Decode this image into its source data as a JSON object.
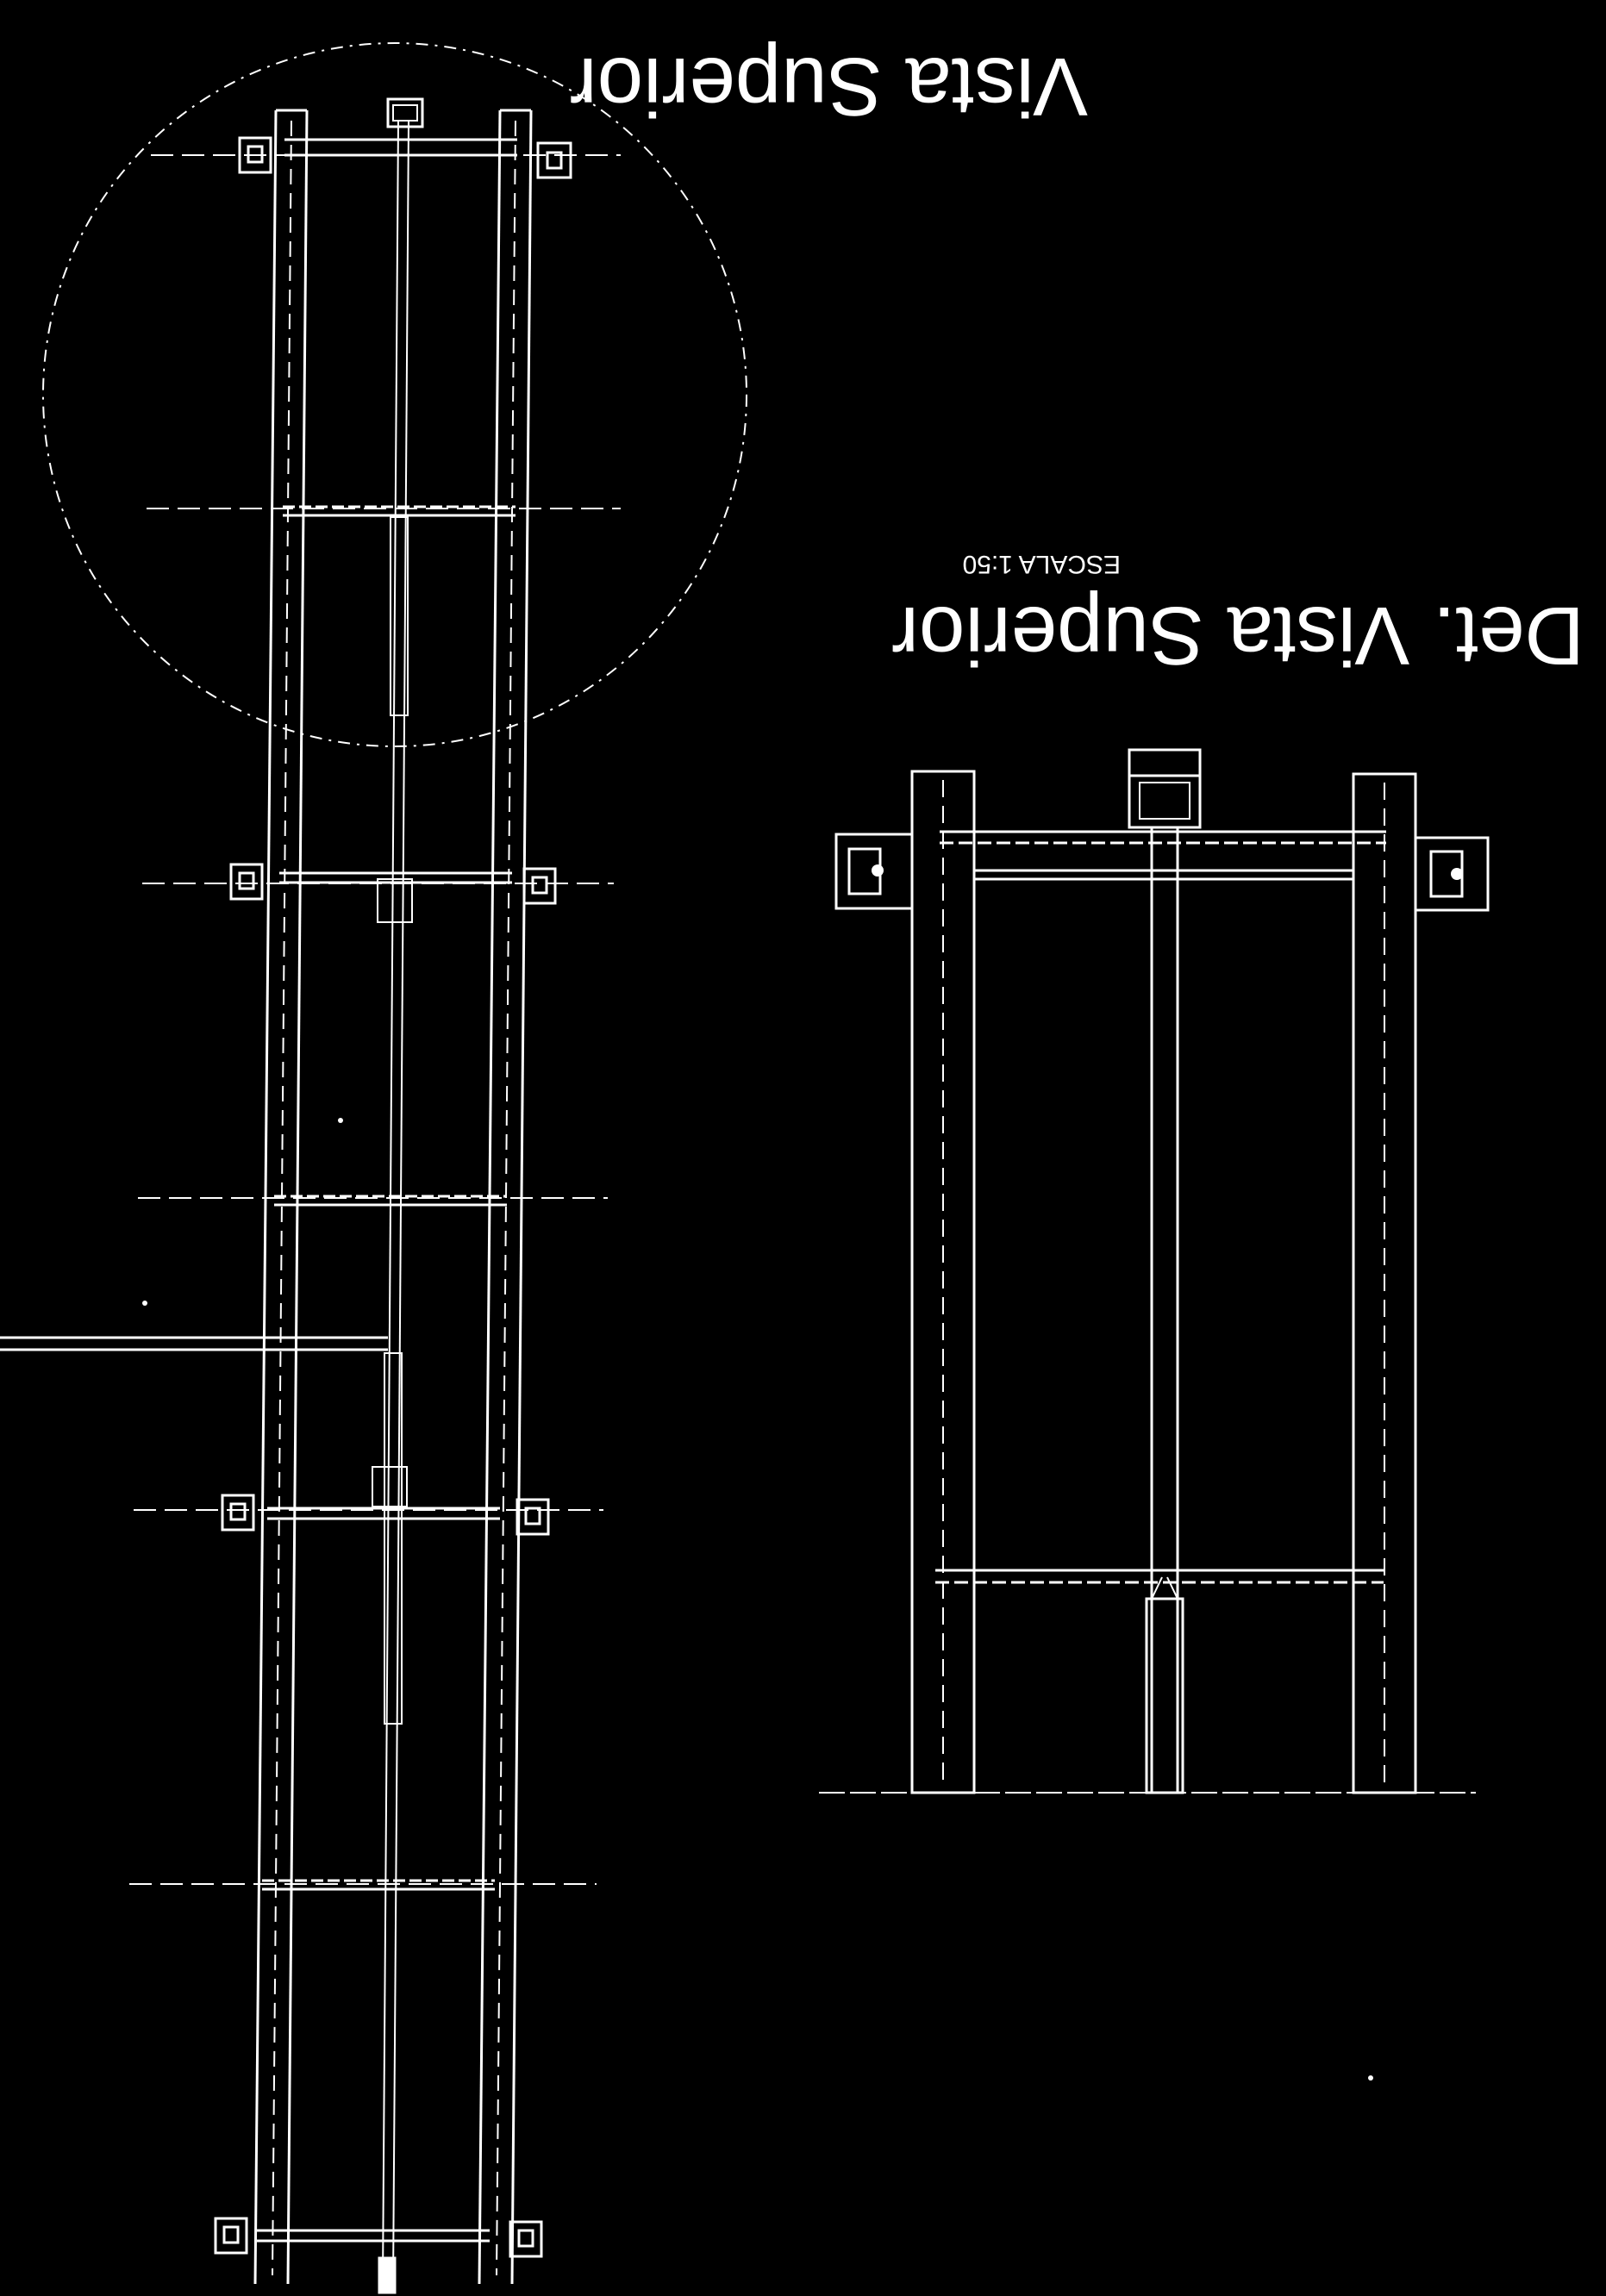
{
  "drawing": {
    "main_view_title": "Vista Superior",
    "detail_view_title": "Det. Vista Superior",
    "detail_view_scale": "ESCALA 1:50",
    "background_color": "#000000",
    "line_color": "#ffffff",
    "text_orientation": "rotated-180",
    "icons": [
      "bracket-plate-icon",
      "bolt-icon",
      "hatch-pad-icon"
    ]
  }
}
